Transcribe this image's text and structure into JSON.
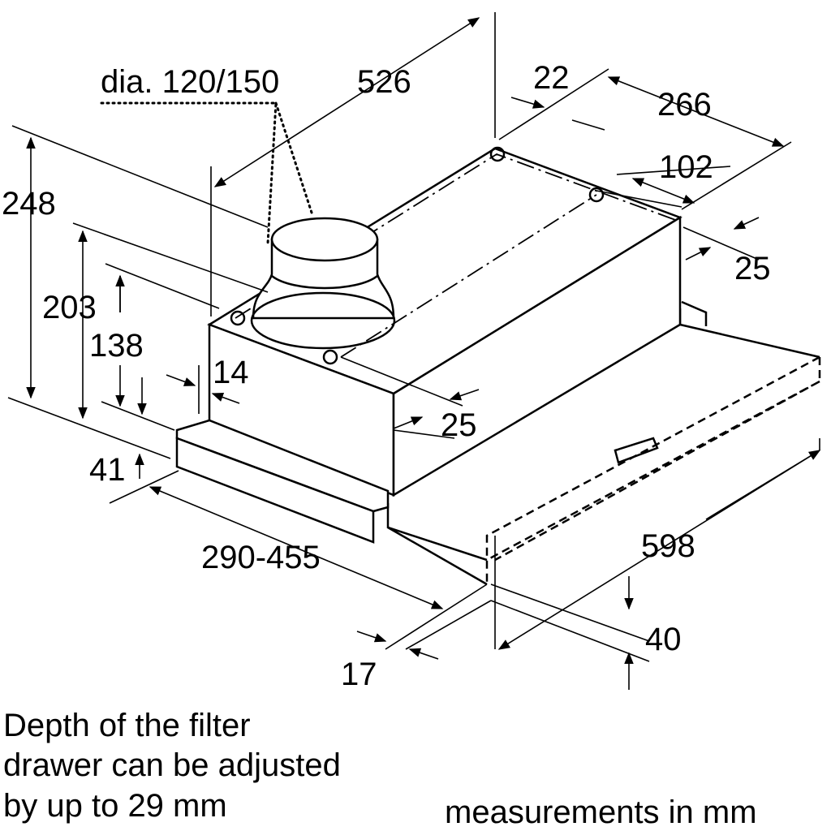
{
  "dimensions": {
    "duct_diameter": "dia. 120/150",
    "width_top": "526",
    "offset_22": "22",
    "depth_266": "266",
    "depth_102": "102",
    "height_248": "248",
    "offset_25_right": "25",
    "height_203": "203",
    "height_138": "138",
    "offset_14": "14",
    "offset_25_front": "25",
    "height_41": "41",
    "width_598": "598",
    "depth_range": "290-455",
    "height_40": "40",
    "offset_17": "17"
  },
  "notes": {
    "drawer_lines": [
      "Depth of the filter",
      "drawer can be adjusted",
      "by up to 29 mm"
    ],
    "units": "measurements in mm"
  }
}
